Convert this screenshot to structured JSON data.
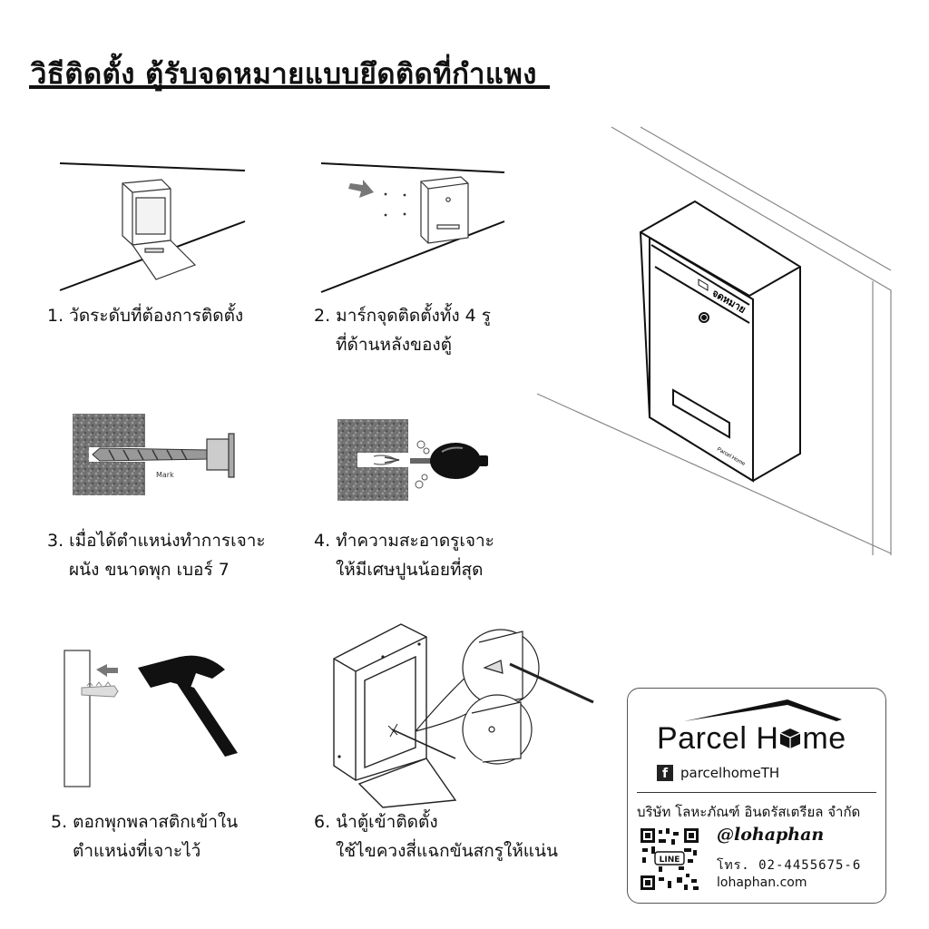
{
  "title": "วิธีติดตั้ง ตู้รับจดหมายแบบยึดติดที่กำแพง",
  "steps": [
    {
      "line1": "1. วัดระดับที่ต้องการติดตั้ง",
      "line2": ""
    },
    {
      "line1": "2. มาร์กจุดติดตั้งทั้ง 4 รู",
      "line2": "ที่ด้านหลังของตู้"
    },
    {
      "line1": "3. เมื่อได้ตำแหน่งทำการเจาะ",
      "line2": "ผนัง ขนาดพุก เบอร์ 7"
    },
    {
      "line1": "4. ทำความสะอาดรูเจาะ",
      "line2": "ให้มีเศษปูนน้อยที่สุด"
    },
    {
      "line1": "5. ตอกพุกพลาสติกเข้าใน",
      "line2": "ตำแหน่งที่เจาะไว้"
    },
    {
      "line1": "6. นำตู้เข้าติดตั้ง",
      "line2": "ใช้ไขควงสี่แฉกขันสกรูให้แน่น"
    }
  ],
  "illustration_labels": {
    "drill_mark": "Mark",
    "mailbox_label": "จดหมาย",
    "mailbox_brand": "Parcel Home"
  },
  "card": {
    "brand_part1": "Parcel H",
    "brand_part2": "me",
    "facebook_icon_letter": "f",
    "facebook": "parcelhomeTH",
    "company": "บริษัท โลหะภัณฑ์ อินดรัสเตรียล จำกัด",
    "qr_label": "LINE",
    "line_handle": "@lohaphan",
    "phone": "โทร.  02-4455675-6",
    "website": "lohaphan.com"
  },
  "colors": {
    "ink": "#111111",
    "arrow": "#777777",
    "stone": "#6f6f6f"
  }
}
